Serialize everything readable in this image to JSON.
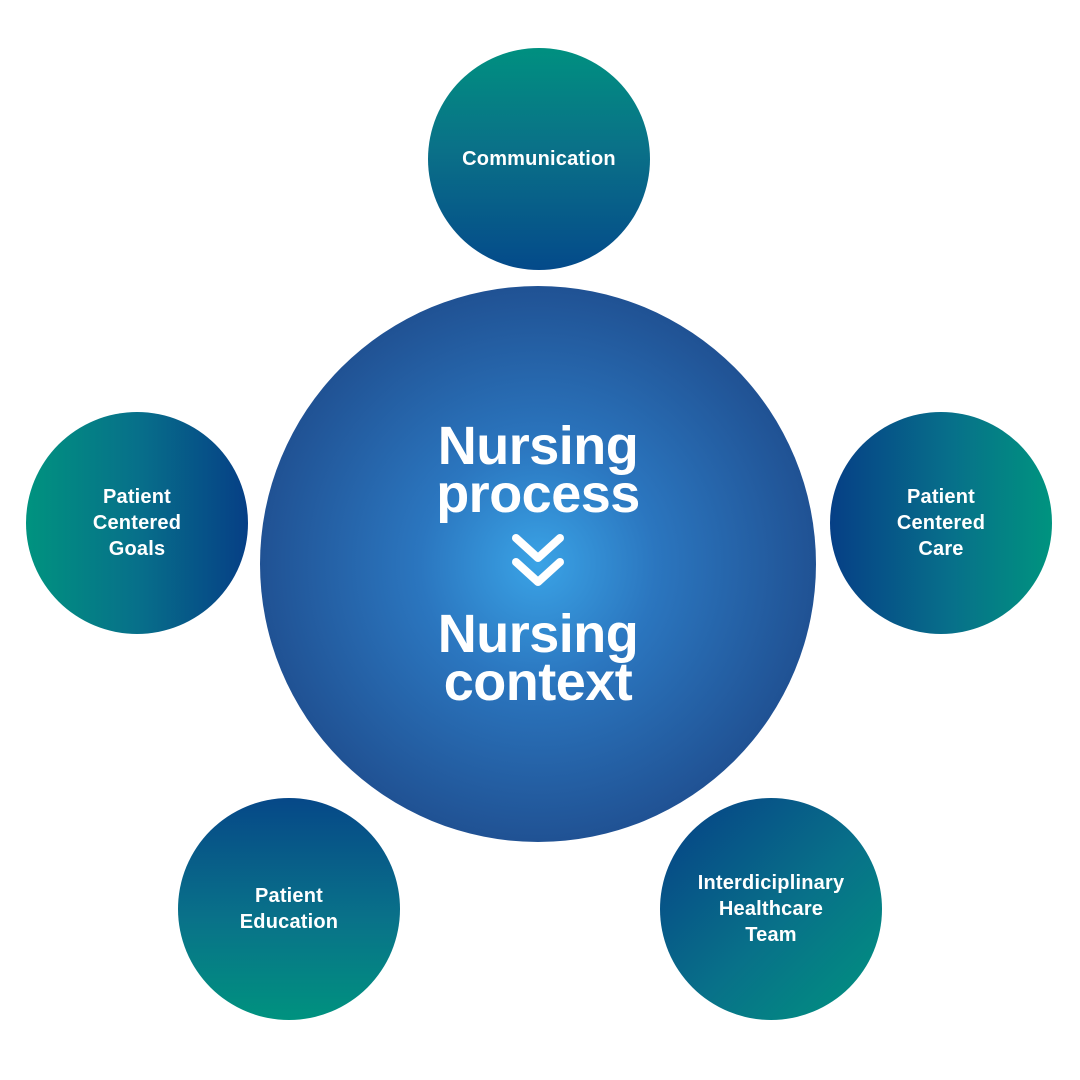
{
  "center": {
    "title_top": "Nursing\nprocess",
    "title_bottom": "Nursing\ncontext",
    "arrow_icon": "double-chevron-down-icon"
  },
  "satellites": [
    {
      "label": "Communication"
    },
    {
      "label": "Patient\nCentered\nGoals"
    },
    {
      "label": "Patient\nCentered\nCare"
    },
    {
      "label": "Patient\nEducation"
    },
    {
      "label": "Interdiciplinary\nHealthcare\nTeam"
    }
  ],
  "colors": {
    "teal": "#00937f",
    "navy": "#063f86",
    "center_light": "#3aa3e6",
    "center_dark": "#1f3f77",
    "text": "#ffffff"
  }
}
